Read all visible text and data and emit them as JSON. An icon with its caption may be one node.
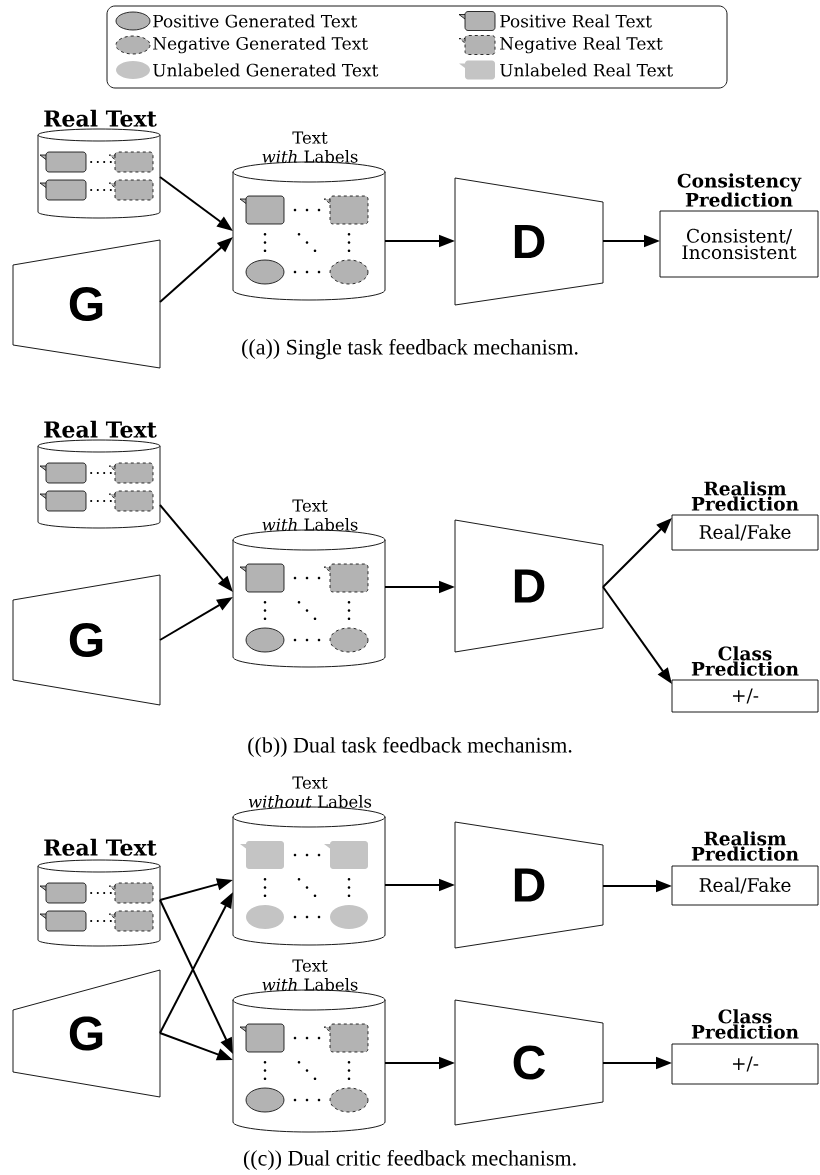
{
  "diagram": {
    "nodes": [
      {
        "text": [
          "Real Text"
        ]
      },
      {
        "text": [
          "Text *with* Labels"
        ]
      },
      {
        "text": [
          "G"
        ]
      },
      {
        "text": [
          "D"
        ]
      },
      {
        "text": [
          "Consistency Prediction",
          "Consistent/ Inconsistent"
        ]
      },
      {
        "text": [
          "Real Text"
        ]
      },
      {
        "text": [
          "Text *with* Labels"
        ]
      },
      {
        "text": [
          "G"
        ]
      },
      {
        "text": [
          "D"
        ]
      },
      {
        "text": [
          "Realism Prediction",
          "Real/Fake"
        ]
      },
      {
        "text": [
          "Class Prediction",
          "+/-"
        ]
      },
      {
        "text": [
          "Real Text"
        ]
      },
      {
        "text": [
          "Text *without* Labels"
        ]
      },
      {
        "text": [
          "D"
        ]
      },
      {
        "text": [
          "Realism Prediction",
          "Real/Fake"
        ]
      },
      {
        "text": [
          "Text *with* Labels"
        ]
      },
      {
        "text": [
          "G"
        ]
      },
      {
        "text": [
          "C"
        ]
      },
      {
        "text": [
          "Class Prediction",
          "+/-"
        ]
      }
    ],
    "edges": [
      {
        "from": 0,
        "to": 1,
        "arrow": "to"
      },
      {
        "from": 2,
        "to": 1,
        "arrow": "to"
      },
      {
        "from": 1,
        "to": 3,
        "arrow": "to"
      },
      {
        "from": 3,
        "to": 4,
        "arrow": "to"
      },
      {
        "from": 5,
        "to": 6,
        "arrow": "to"
      },
      {
        "from": 7,
        "to": 6,
        "arrow": "to"
      },
      {
        "from": 6,
        "to": 8,
        "arrow": "to"
      },
      {
        "from": 8,
        "to": 9,
        "arrow": "to"
      },
      {
        "from": 8,
        "to": 10,
        "arrow": "to"
      },
      {
        "from": 11,
        "to": 12,
        "arrow": "to"
      },
      {
        "from": 11,
        "to": 15,
        "arrow": "to"
      },
      {
        "from": 16,
        "to": 12,
        "arrow": "to"
      },
      {
        "from": 16,
        "to": 15,
        "arrow": "to"
      },
      {
        "from": 12,
        "to": 13,
        "arrow": "to"
      },
      {
        "from": 15,
        "to": 17,
        "arrow": "to"
      },
      {
        "from": 13,
        "to": 14,
        "arrow": "to"
      },
      {
        "from": 17,
        "to": 18,
        "arrow": "to"
      }
    ],
    "labels": [
      "((a)) Single task feedback mechanism.",
      "((b)) Dual task feedback mechanism.",
      "((c)) Dual critic feedback mechanism."
    ],
    "legend": [
      {
        "text": "Positive Generated Text"
      },
      {
        "text": "Positive Real Text"
      },
      {
        "text": "Negative Generated Text"
      },
      {
        "text": "Negative Real Text"
      },
      {
        "text": "Unlabeled Generated Text"
      },
      {
        "text": "Unlabeled Real Text"
      }
    ]
  }
}
